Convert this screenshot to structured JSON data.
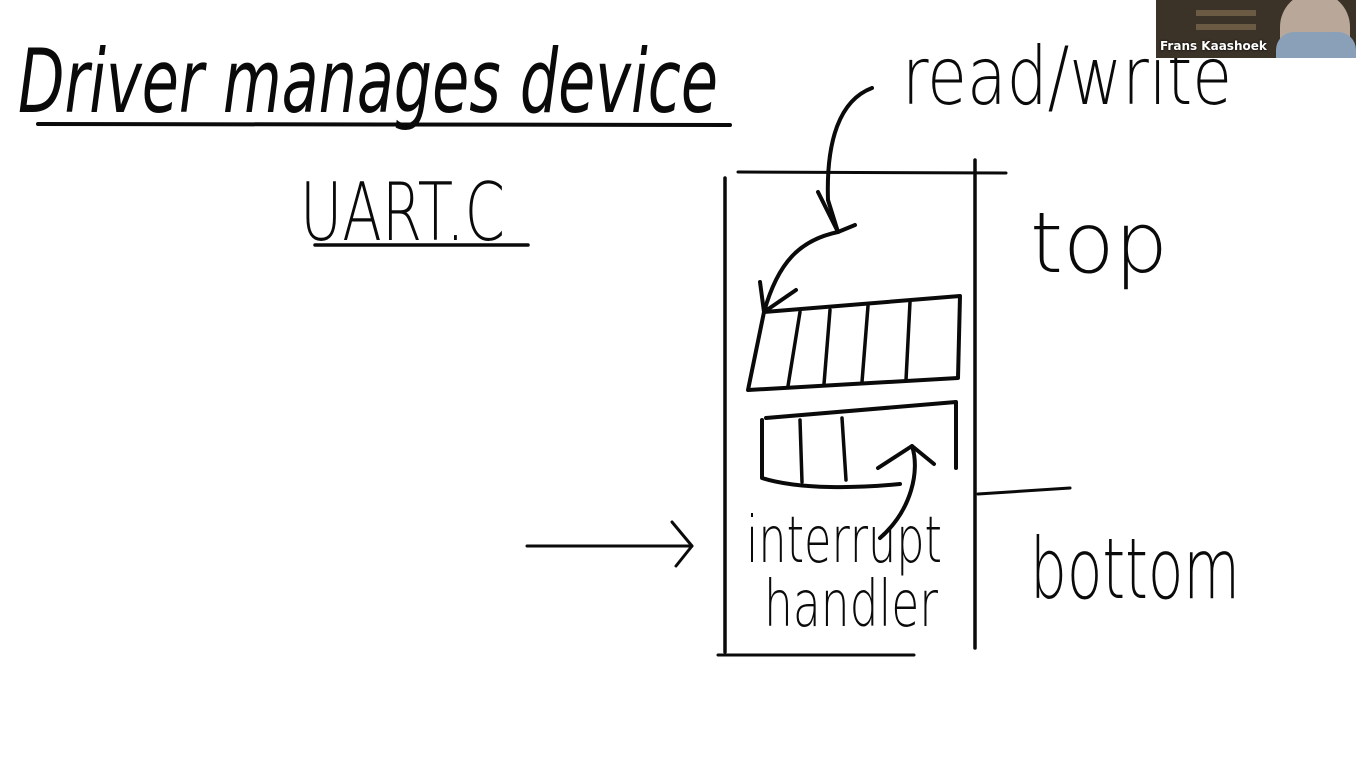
{
  "whiteboard": {
    "title": "Driver manages device",
    "file": "UART.C",
    "top_label": "read/write",
    "interrupt_line1": "interrupt",
    "interrupt_line2": "handler",
    "top": "top",
    "bottom": "bottom"
  },
  "video": {
    "participant_name": "Frans Kaashoek"
  }
}
